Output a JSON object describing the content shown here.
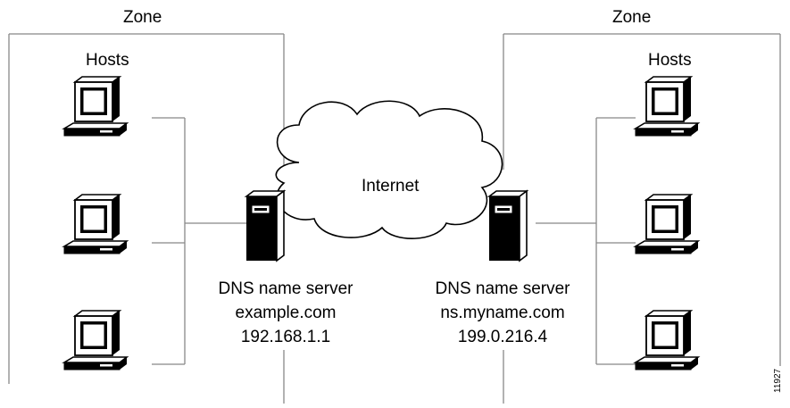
{
  "zones": [
    {
      "label": "Zone",
      "hosts_label": "Hosts",
      "server": {
        "role": "DNS name server",
        "name": "example.com",
        "ip": "192.168.1.1"
      }
    },
    {
      "label": "Zone",
      "hosts_label": "Hosts",
      "server": {
        "role": "DNS name server",
        "name": "ns.myname.com",
        "ip": "199.0.216.4"
      }
    }
  ],
  "cloud_label": "Internet",
  "figure_id": "11927",
  "icons": {
    "host": "computer-monitor-icon",
    "server": "server-tower-icon",
    "network": "internet-cloud-icon"
  }
}
